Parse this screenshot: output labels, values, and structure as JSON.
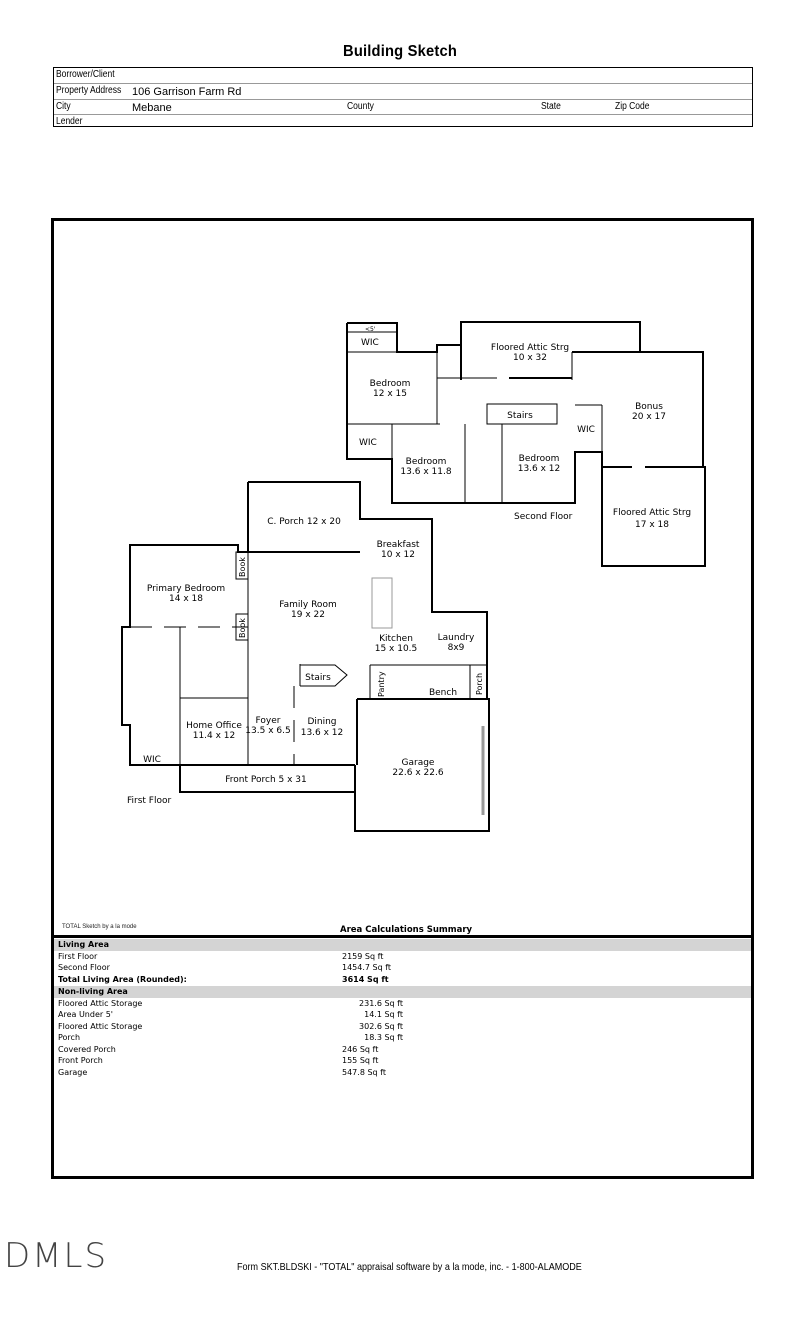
{
  "document": {
    "title": "Building Sketch",
    "header": {
      "borrower_label": "Borrower/Client",
      "borrower_value": "",
      "address_label": "Property Address",
      "address_value": "106 Garrison Farm Rd",
      "city_label": "City",
      "city_value": "Mebane",
      "county_label": "County",
      "county_value": "",
      "state_label": "State",
      "state_value": "",
      "zip_label": "Zip Code",
      "zip_value": "",
      "lender_label": "Lender",
      "lender_value": ""
    }
  },
  "sketch": {
    "first_floor_label": "First Floor",
    "second_floor_label": "Second Floor",
    "rooms": {
      "wic_top": "WIC",
      "under5": "<5'",
      "bedroom1_name": "Bedroom",
      "bedroom1_dim": "12 x 15",
      "attic1_name": "Floored Attic Strg",
      "attic1_dim": "10 x 32",
      "stairs_up": "Stairs",
      "wic_mid": "WIC",
      "bedroom2_name": "Bedroom",
      "bedroom2_dim": "13.6 x 11.8",
      "bedroom3_name": "Bedroom",
      "bedroom3_dim": "13.6 x 12",
      "wic_right": "WIC",
      "bonus_name": "Bonus",
      "bonus_dim": "20 x 17",
      "attic2_name": "Floored Attic Strg",
      "attic2_dim": "17 x 18",
      "cporch": "C. Porch 12 x 20",
      "breakfast_name": "Breakfast",
      "breakfast_dim": "10 x 12",
      "primary_name": "Primary Bedroom",
      "primary_dim": "14 x 18",
      "book1": "Book",
      "book2": "Book",
      "family_name": "Family Room",
      "family_dim": "19 x 22",
      "kitchen_name": "Kitchen",
      "kitchen_dim": "15 x 10.5",
      "laundry_name": "Laundry",
      "laundry_dim": "8x9",
      "stairs_down": "Stairs",
      "pantry": "Pantry",
      "bench": "Bench",
      "porch": "Porch",
      "office_name": "Home Office",
      "office_dim": "11.4 x 12",
      "foyer_name": "Foyer",
      "foyer_dim": "13.5 x 6.5",
      "dining_name": "Dining",
      "dining_dim": "13.6 x 12",
      "wic_primary": "WIC",
      "front_porch": "Front Porch 5 x 31",
      "garage_name": "Garage",
      "garage_dim": "22.6 x 22.6"
    }
  },
  "summary": {
    "credit": "TOTAL Sketch by a la mode",
    "title": "Area Calculations Summary",
    "living_header": "Living Area",
    "living": [
      {
        "label": "First Floor",
        "value": "2159 Sq ft"
      },
      {
        "label": "Second Floor",
        "value": "1454.7 Sq ft"
      }
    ],
    "total_label": "Total Living Area (Rounded):",
    "total_value": "3614 Sq ft",
    "nonliving_header": "Non-living Area",
    "nonliving": [
      {
        "label": "Floored Attic Storage",
        "value": "231.6 Sq ft"
      },
      {
        "label": "Area Under 5'",
        "value": "14.1 Sq ft"
      },
      {
        "label": "Floored Attic Storage",
        "value": "302.6 Sq ft"
      },
      {
        "label": "Porch",
        "value": "18.3 Sq ft"
      },
      {
        "label": "Covered Porch",
        "value": "246 Sq ft"
      },
      {
        "label": "Front Porch",
        "value": "155 Sq ft"
      },
      {
        "label": "Garage",
        "value": "547.8 Sq ft"
      }
    ]
  },
  "footer": {
    "logo": "DMLS",
    "form_text": "Form SKT.BLDSKI - \"TOTAL\" appraisal software by a la mode, inc. - 1-800-ALAMODE"
  }
}
